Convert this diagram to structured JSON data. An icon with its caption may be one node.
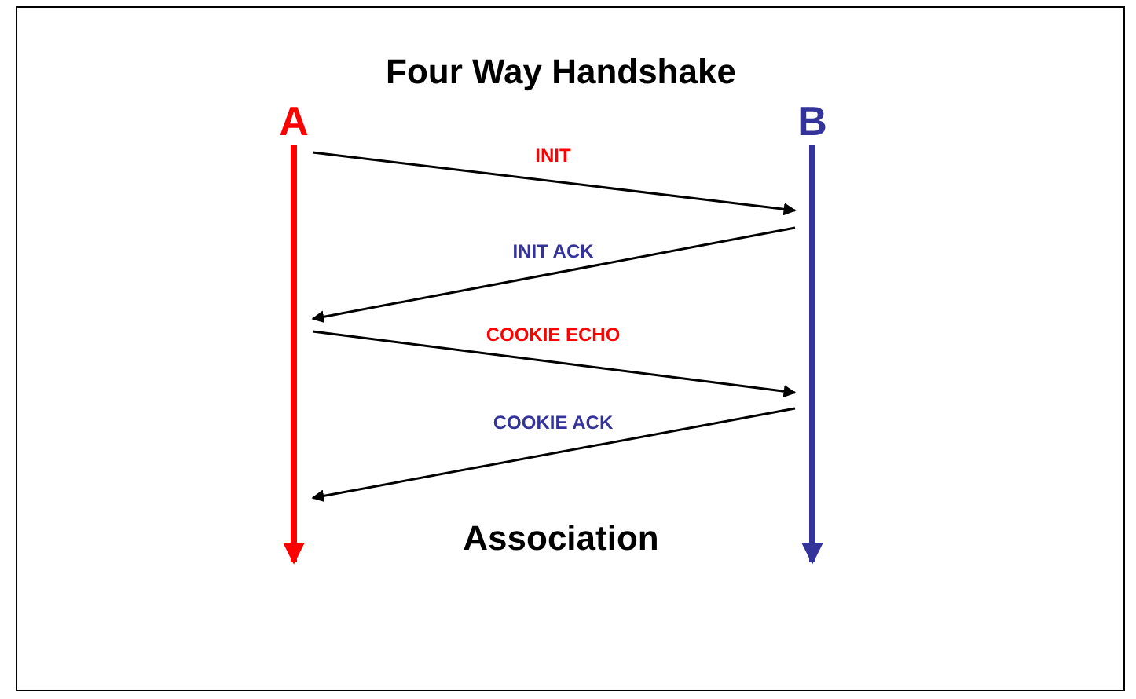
{
  "diagram": {
    "title": "Four Way Handshake",
    "nodes": [
      {
        "text": [
          "A"
        ]
      },
      {
        "text": [
          "B"
        ]
      }
    ],
    "edges": [
      {
        "from": 0,
        "to": 1,
        "arrow": "to",
        "label": "INIT"
      },
      {
        "from": 1,
        "to": 0,
        "arrow": "to",
        "label": "INIT ACK"
      },
      {
        "from": 0,
        "to": 1,
        "arrow": "to",
        "label": "COOKIE ECHO"
      },
      {
        "from": 1,
        "to": 0,
        "arrow": "to",
        "label": "COOKIE ACK"
      }
    ],
    "labels": [
      "Association"
    ]
  }
}
